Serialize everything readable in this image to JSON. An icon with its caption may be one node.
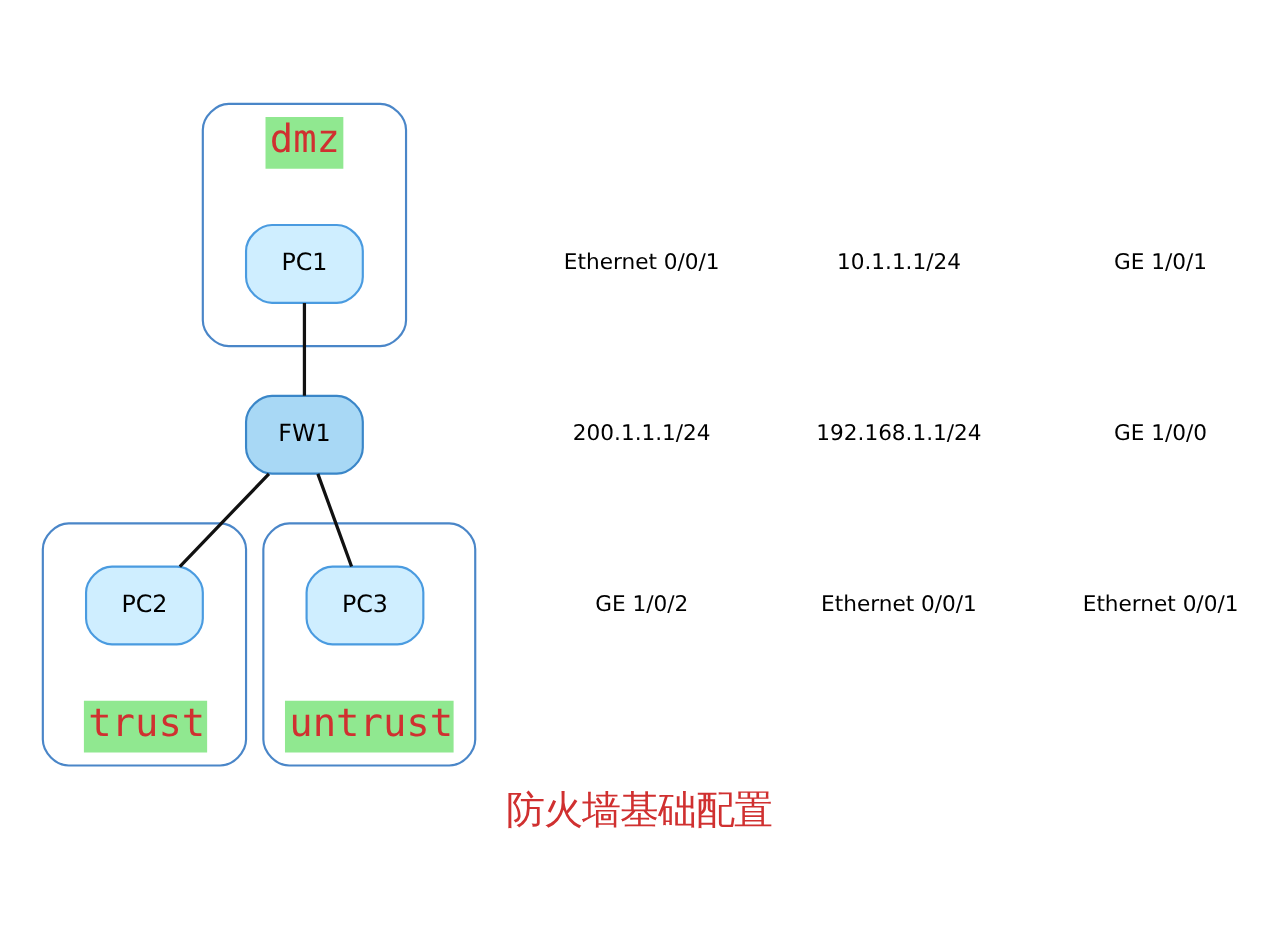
{
  "diagram": {
    "title": "防火墙基础配置",
    "nodes": [
      {
        "text": [
          "dmz"
        ]
      },
      {
        "text": [
          "PC1"
        ],
        "in": 0
      },
      {
        "text": [
          "FW1"
        ]
      },
      {
        "text": [
          "trust"
        ]
      },
      {
        "text": [
          "PC2"
        ],
        "in": 3
      },
      {
        "text": [
          "untrust"
        ]
      },
      {
        "text": [
          "PC3"
        ],
        "in": 5
      }
    ],
    "edges": [
      {
        "from": 1,
        "to": 2,
        "arrow": "none"
      },
      {
        "from": 2,
        "to": 4,
        "arrow": "none"
      },
      {
        "from": 2,
        "to": 6,
        "arrow": "none"
      }
    ],
    "labels": [
      "Ethernet 0/0/1",
      "10.1.1.1/24",
      "GE 1/0/1",
      "200.1.1.1/24",
      "192.168.1.1/24",
      "GE 1/0/0",
      "GE 1/0/2",
      "Ethernet 0/0/1",
      "Ethernet 0/0/1"
    ]
  }
}
